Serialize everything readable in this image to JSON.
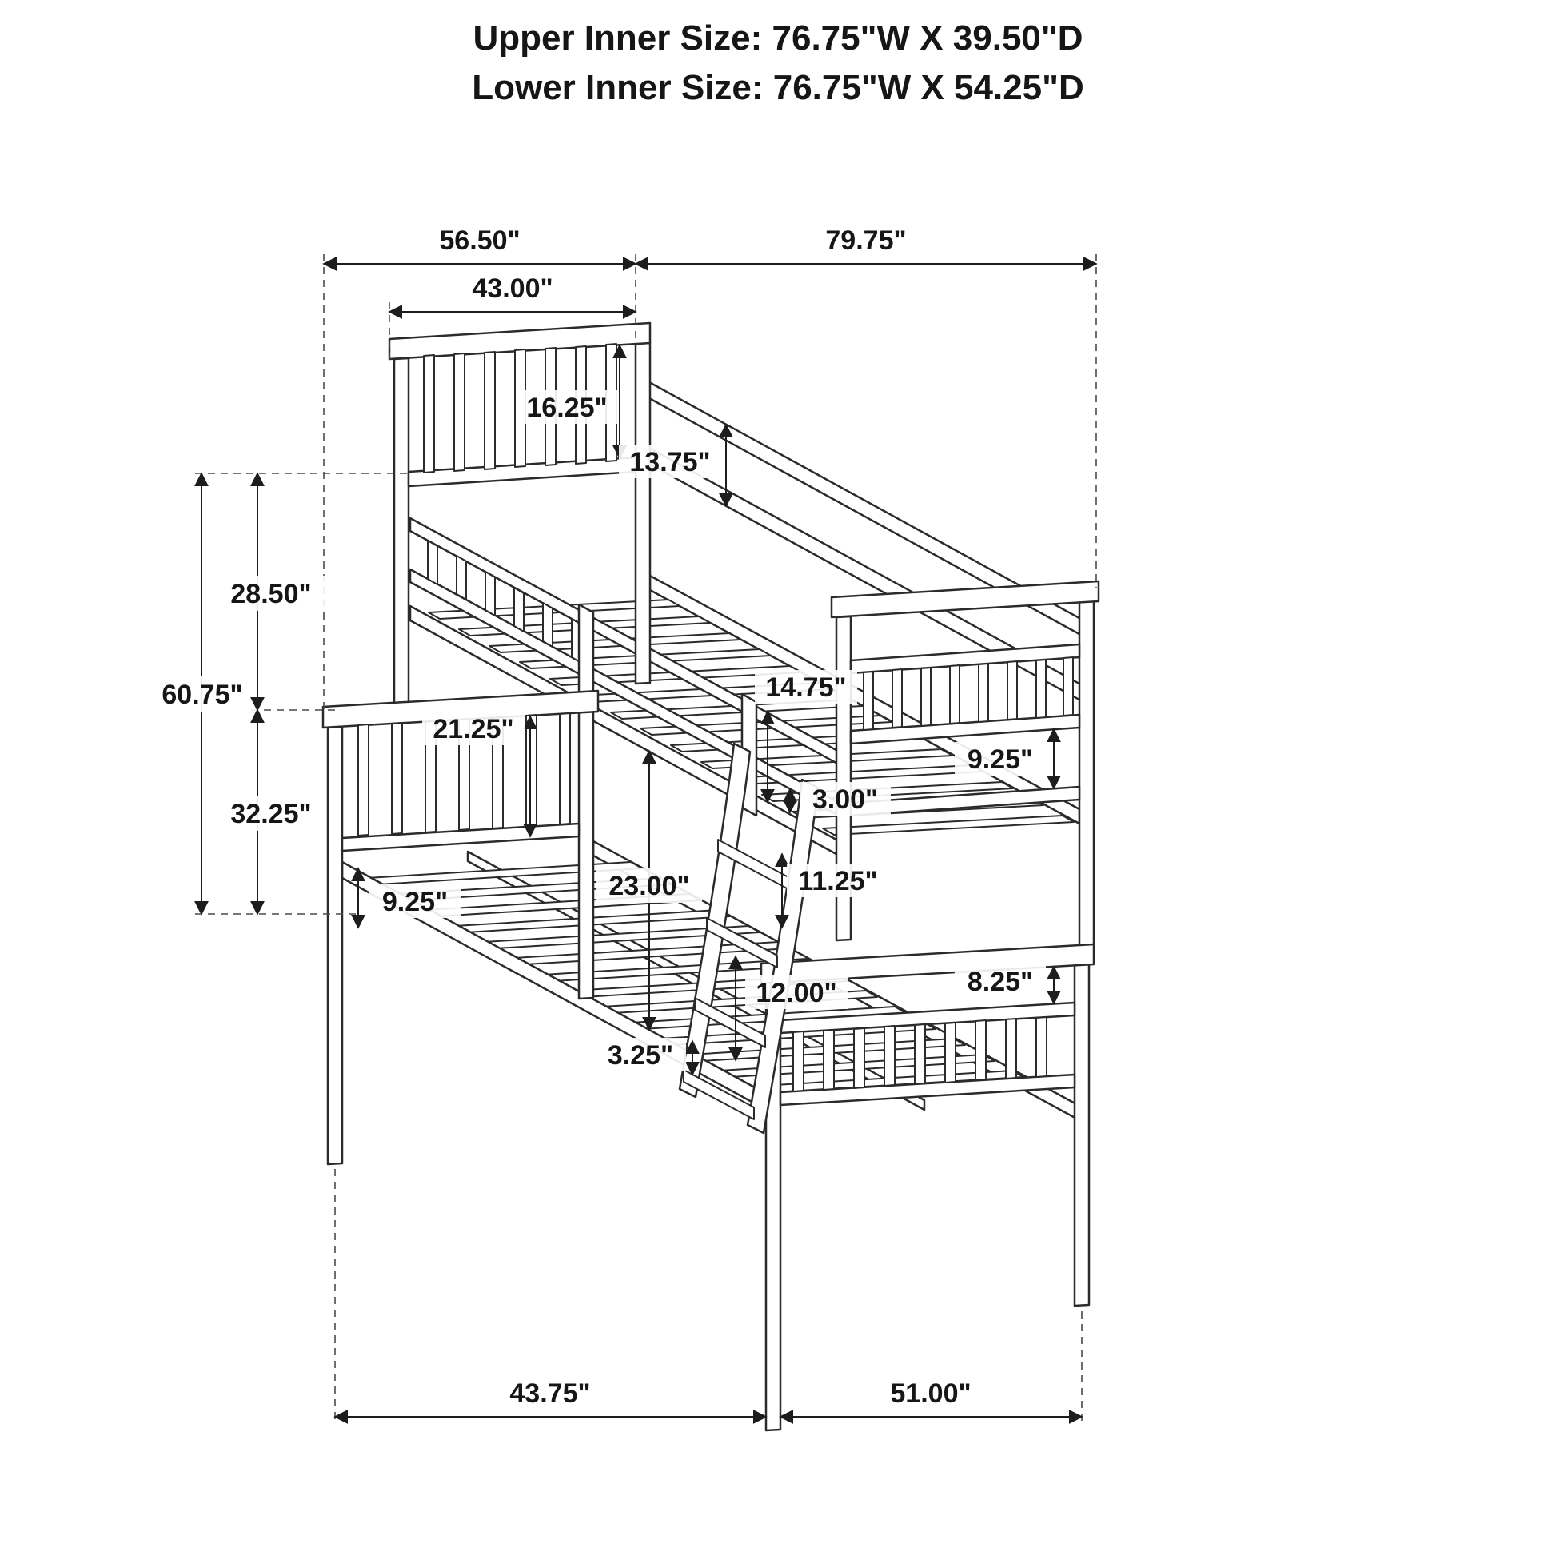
{
  "title": {
    "line1": "Upper Inner Size: 76.75\"W X 39.50\"D",
    "line2": "Lower Inner Size: 76.75\"W X 54.25\"D"
  },
  "dimensions": {
    "top_overall_left": "56.50\"",
    "top_overall_right": "79.75\"",
    "upper_bed_depth": "43.00\"",
    "overall_height": "60.75\"",
    "upper_section_height": "28.50\"",
    "lower_section_height": "32.25\"",
    "upper_headboard_panel": "16.25\"",
    "upper_back_rail_width": "13.75\"",
    "lower_headboard_panel": "21.25\"",
    "upper_guardrail_height": "14.75\"",
    "upper_footboard_panel": "9.25\"",
    "rail_gap": "3.00\"",
    "bunk_clearance": "23.00\"",
    "ladder_rung_gap_upper": "11.25\"",
    "lower_rail_height": "9.25\"",
    "ladder_rung_gap_lower": "12.00\"",
    "ladder_rail_width": "3.25\"",
    "lower_footboard_panel": "8.25\"",
    "bottom_left_width": "43.75\"",
    "bottom_right_width": "51.00\""
  }
}
